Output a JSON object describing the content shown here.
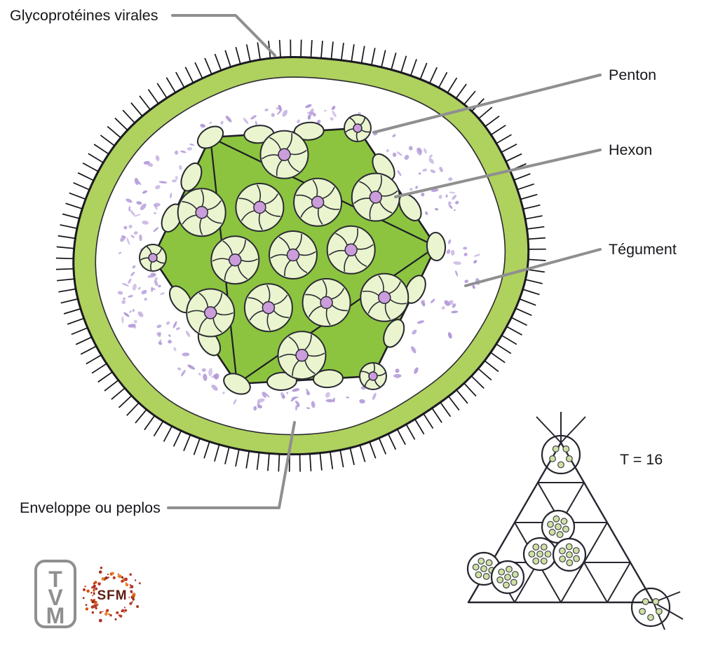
{
  "figure": {
    "labels": {
      "glycoproteins": "Glycoprotéines virales",
      "penton": "Penton",
      "hexon": "Hexon",
      "tegument": "Tégument",
      "envelope": "Enveloppe ou peplos",
      "t_number": "T = 16"
    },
    "logos": {
      "tvm_letters": [
        "T",
        "V",
        "M"
      ],
      "sfm": "SFM"
    },
    "colors": {
      "capsid_green": "#8cc43f",
      "capsomer_fill": "#eaf5cf",
      "envelope_band": "#afd15e",
      "tegument_purple": "#b49bd8",
      "capsomer_center_purple": "#cb9ddb",
      "leader_gray": "#8f8f8f",
      "outline_dark": "#23232d",
      "facet_dot_green": "#cfe2a4",
      "sfm_red": "#b03a26"
    }
  }
}
